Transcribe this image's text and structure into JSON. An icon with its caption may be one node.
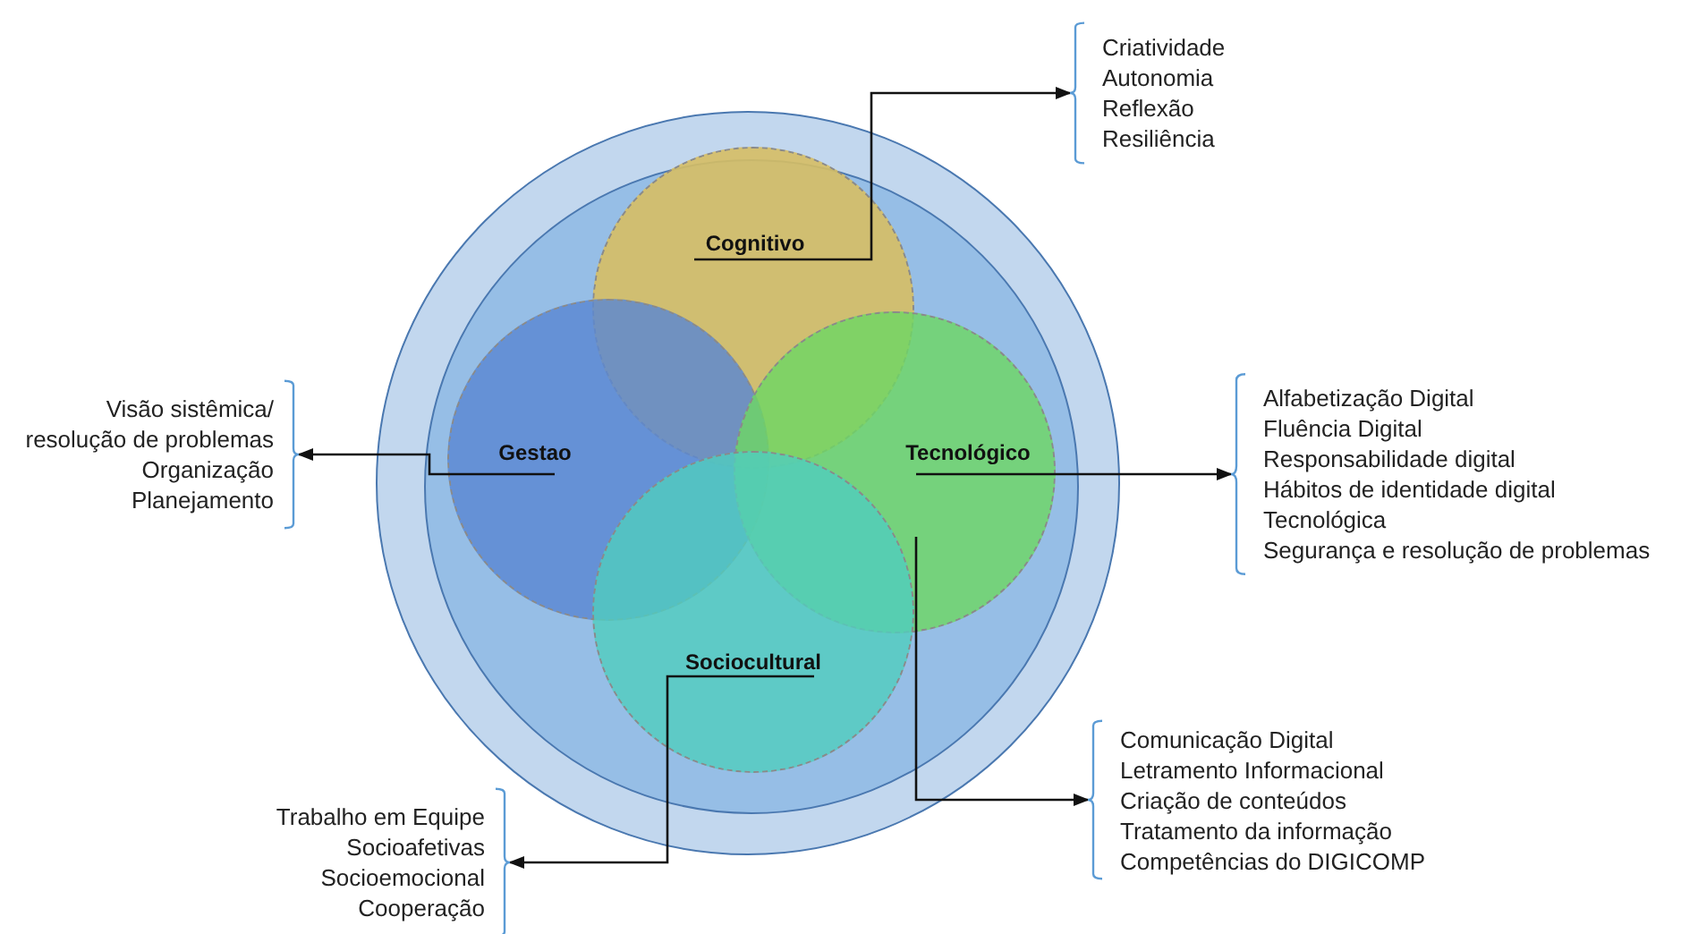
{
  "diagram": {
    "nodes": [
      {
        "text": [],
        "shape": "circle"
      },
      {
        "text": [],
        "shape": "circle",
        "in": 0
      },
      {
        "text": [
          "Cognitivo"
        ],
        "in": 1
      },
      {
        "text": [
          "Gestao"
        ],
        "in": 1
      },
      {
        "text": [
          "Tecnológico"
        ],
        "in": 1
      },
      {
        "text": [
          "Sociocultural"
        ],
        "in": 1
      },
      {
        "text": [
          "Criatividade",
          "Autonomia",
          "Reflexão",
          "Resiliência"
        ]
      },
      {
        "text": [
          "Visão sistêmica/ resolução de problemas",
          "Organização",
          "Planejamento"
        ]
      },
      {
        "text": [
          "Alfabetização Digital",
          "Fluência Digital",
          "Responsabilidade digital",
          "Hábitos de identidade digital",
          "Tecnológica",
          "Segurança e resolução de problemas"
        ]
      },
      {
        "text": [
          "Comunicação Digital",
          "Letramento Informacional",
          "Criação de conteúdos",
          "Tratamento da informação",
          "Competências do DIGICOMP"
        ]
      },
      {
        "text": [
          "Trabalho em Equipe",
          "Socioafetivas",
          "Socioemocional",
          "Cooperação"
        ]
      }
    ],
    "edges": [
      {
        "from": 2,
        "to": 6,
        "arrow": "to"
      },
      {
        "from": 3,
        "to": 7,
        "arrow": "to"
      },
      {
        "from": 4,
        "to": 8,
        "arrow": "to"
      },
      {
        "from": 4,
        "to": 9,
        "arrow": "to"
      },
      {
        "from": 5,
        "to": 10,
        "arrow": "to"
      }
    ]
  }
}
